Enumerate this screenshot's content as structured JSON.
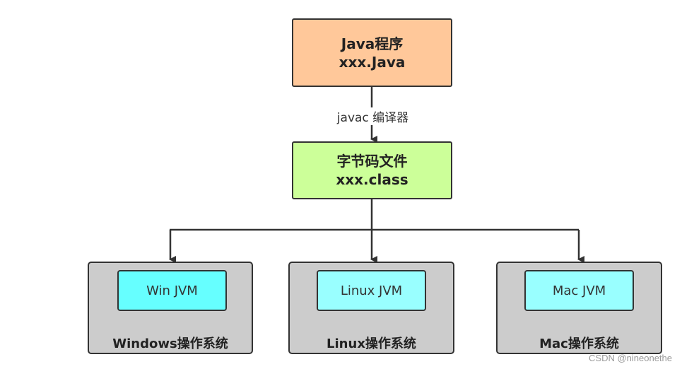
{
  "java_program": {
    "line1": "Java程序",
    "line2": "xxx.Java"
  },
  "compiler_label": "javac 编译器",
  "bytecode": {
    "line1": "字节码文件",
    "line2": "xxx.class"
  },
  "platforms": [
    {
      "jvm": "Win JVM",
      "os": "Windows操作系统"
    },
    {
      "jvm": "Linux JVM",
      "os": "Linux操作系统"
    },
    {
      "jvm": "Mac JVM",
      "os": "Mac操作系统"
    }
  ],
  "watermark": "CSDN @nineonethe",
  "colors": {
    "java_box": "#ffc89a",
    "bytecode_box": "#ccff99",
    "win_jvm": "#66ffff",
    "other_jvm": "#99ffff",
    "os_box": "#cccccc",
    "stroke": "#333333"
  }
}
